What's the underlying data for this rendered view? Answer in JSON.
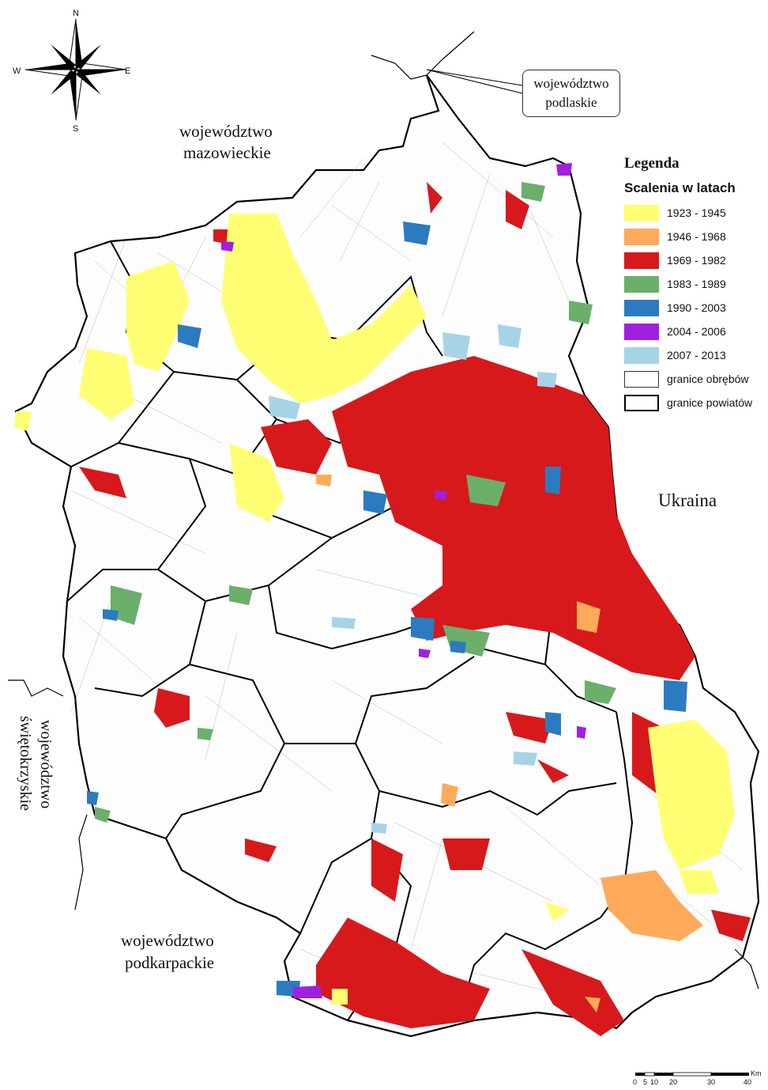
{
  "compass": {
    "north": "N",
    "south": "S",
    "east": "E",
    "west": "W"
  },
  "region_labels": {
    "mazowieckie": [
      "województwo",
      "mazowieckie"
    ],
    "podkarpackie": [
      "województwo",
      "podkarpackie"
    ],
    "swietokrzyskie": [
      "województwo",
      "świętokrzyskie"
    ],
    "ukraina": "Ukraina"
  },
  "callout": {
    "line1": "województwo",
    "line2": "podlaskie"
  },
  "legend": {
    "title": "Legenda",
    "subtitle": "Scalenia w latach",
    "classes": [
      {
        "label": "1923 - 1945",
        "color": "#ffff73"
      },
      {
        "label": "1946 - 1968",
        "color": "#ffaa5a"
      },
      {
        "label": "1969 - 1982",
        "color": "#d7191c"
      },
      {
        "label": "1983 - 1989",
        "color": "#6baf6b"
      },
      {
        "label": "1990 - 2003",
        "color": "#2c7bc0"
      },
      {
        "label": "2004 - 2006",
        "color": "#a020e0"
      },
      {
        "label": "2007 - 2013",
        "color": "#a6d4e6"
      }
    ],
    "boundaries": [
      {
        "label": "granice obrębów",
        "style": "thin"
      },
      {
        "label": "granice powiatów",
        "style": "thick"
      }
    ]
  },
  "scale_bar": {
    "unit": "Km",
    "ticks": [
      "0",
      "5",
      "10",
      "20",
      "30",
      "40"
    ]
  }
}
